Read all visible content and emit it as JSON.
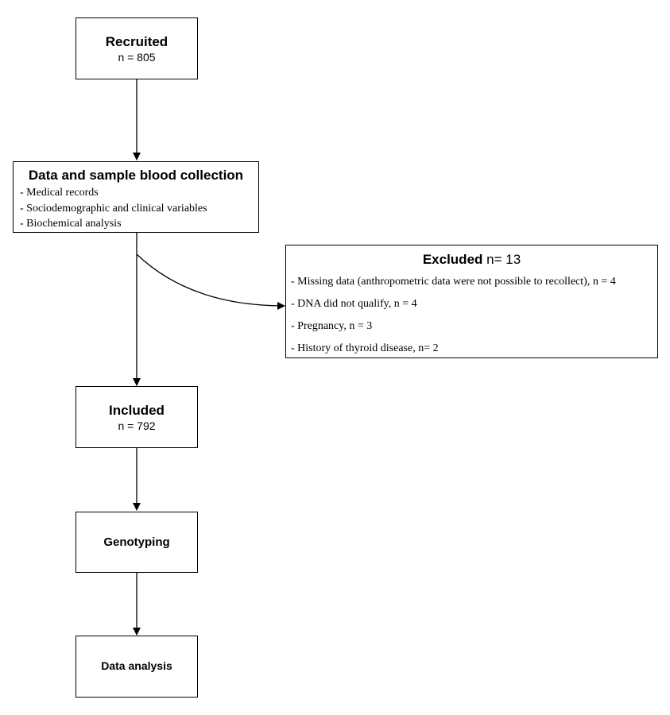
{
  "recruited": {
    "title": "Recruited",
    "count": "n = 805"
  },
  "collection": {
    "title": "Data and sample blood collection",
    "items": [
      "-  Medical records",
      "- Sociodemographic and clinical variables",
      "-  Biochemical analysis"
    ]
  },
  "excluded": {
    "title": "Excluded",
    "count": " n= 13",
    "items": [
      "- Missing data (anthropometric data were not possible to recollect), n = 4",
      "- DNA did not qualify, n = 4",
      "-  Pregnancy, n = 3",
      "- History of thyroid disease, n= 2"
    ]
  },
  "included": {
    "title": "Included",
    "count": "n = 792"
  },
  "genotyping": {
    "title": "Genotyping"
  },
  "analysis": {
    "title": "Data analysis"
  }
}
